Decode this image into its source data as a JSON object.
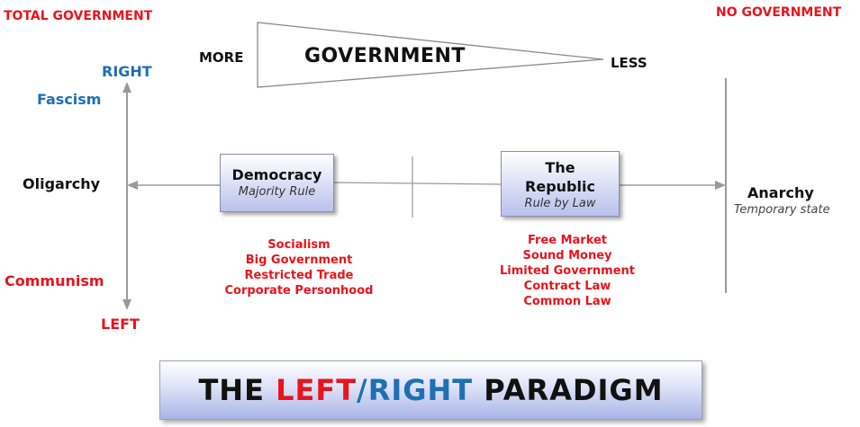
{
  "corners": {
    "left": "TOTAL GOVERNMENT",
    "right": "NO GOVERNMENT"
  },
  "government_scale": {
    "more": "MORE",
    "title": "GOVERNMENT",
    "less": "LESS"
  },
  "axis": {
    "right": "RIGHT",
    "fascism": "Fascism",
    "oligarchy": "Oligarchy",
    "communism": "Communism",
    "left": "LEFT",
    "anarchy": "Anarchy",
    "anarchy_note": "Temporary state"
  },
  "boxes": {
    "democracy": {
      "title": "Democracy",
      "subtitle": "Majority Rule"
    },
    "republic": {
      "title_line1": "The",
      "title_line2": "Republic",
      "subtitle": "Rule by Law"
    }
  },
  "democracy_traits": [
    "Socialism",
    "Big Government",
    "Restricted Trade",
    "Corporate Personhood"
  ],
  "republic_traits": [
    "Free Market",
    "Sound Money",
    "Limited Government",
    "Contract Law",
    "Common Law"
  ],
  "banner": {
    "part1": "THE ",
    "left": "LEFT",
    "slash": "/",
    "right": "RIGHT",
    "part2": " PARADIGM"
  }
}
